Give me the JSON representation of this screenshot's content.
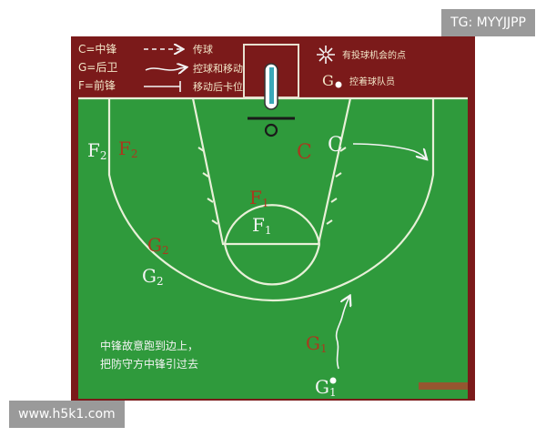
{
  "watermark": {
    "tg": "TG: MYYJJPP",
    "url": "www.h5k1.com"
  },
  "legend": {
    "center": "C=中锋",
    "guard": "G=后卫",
    "forward": "F=前锋",
    "pass": "传球",
    "dribble": "控球和移动",
    "screen": "移动后卡位",
    "shot_chance": "有投球机会的点",
    "ball_handler_symbol": "G",
    "ball_handler": "控着球队员"
  },
  "players": {
    "f2_white": {
      "letter": "F",
      "sub": "2"
    },
    "f2_red": {
      "letter": "F",
      "sub": "2"
    },
    "c_red": {
      "letter": "C",
      "sub": ""
    },
    "c_white": {
      "letter": "C",
      "sub": ""
    },
    "f1_red": {
      "letter": "F",
      "sub": "1"
    },
    "f1_white": {
      "letter": "F",
      "sub": "1"
    },
    "g2_red": {
      "letter": "G",
      "sub": "2"
    },
    "g2_white": {
      "letter": "G",
      "sub": "2"
    },
    "g1_red": {
      "letter": "G",
      "sub": "1"
    },
    "g1_white": {
      "letter": "G",
      "sub": "1"
    }
  },
  "note": {
    "line1": "中锋故意跑到边上，",
    "line2": "把防守方中锋引过去"
  },
  "colors": {
    "frame": "#7b1a1a",
    "court": "#2f9a3c",
    "lines": "#e8f0d8",
    "offense": "#f4f4f4",
    "defense": "#a83a1e",
    "text": "#f2e6c8",
    "rim": "#d8512a",
    "shaft": "#3aa8b8"
  }
}
